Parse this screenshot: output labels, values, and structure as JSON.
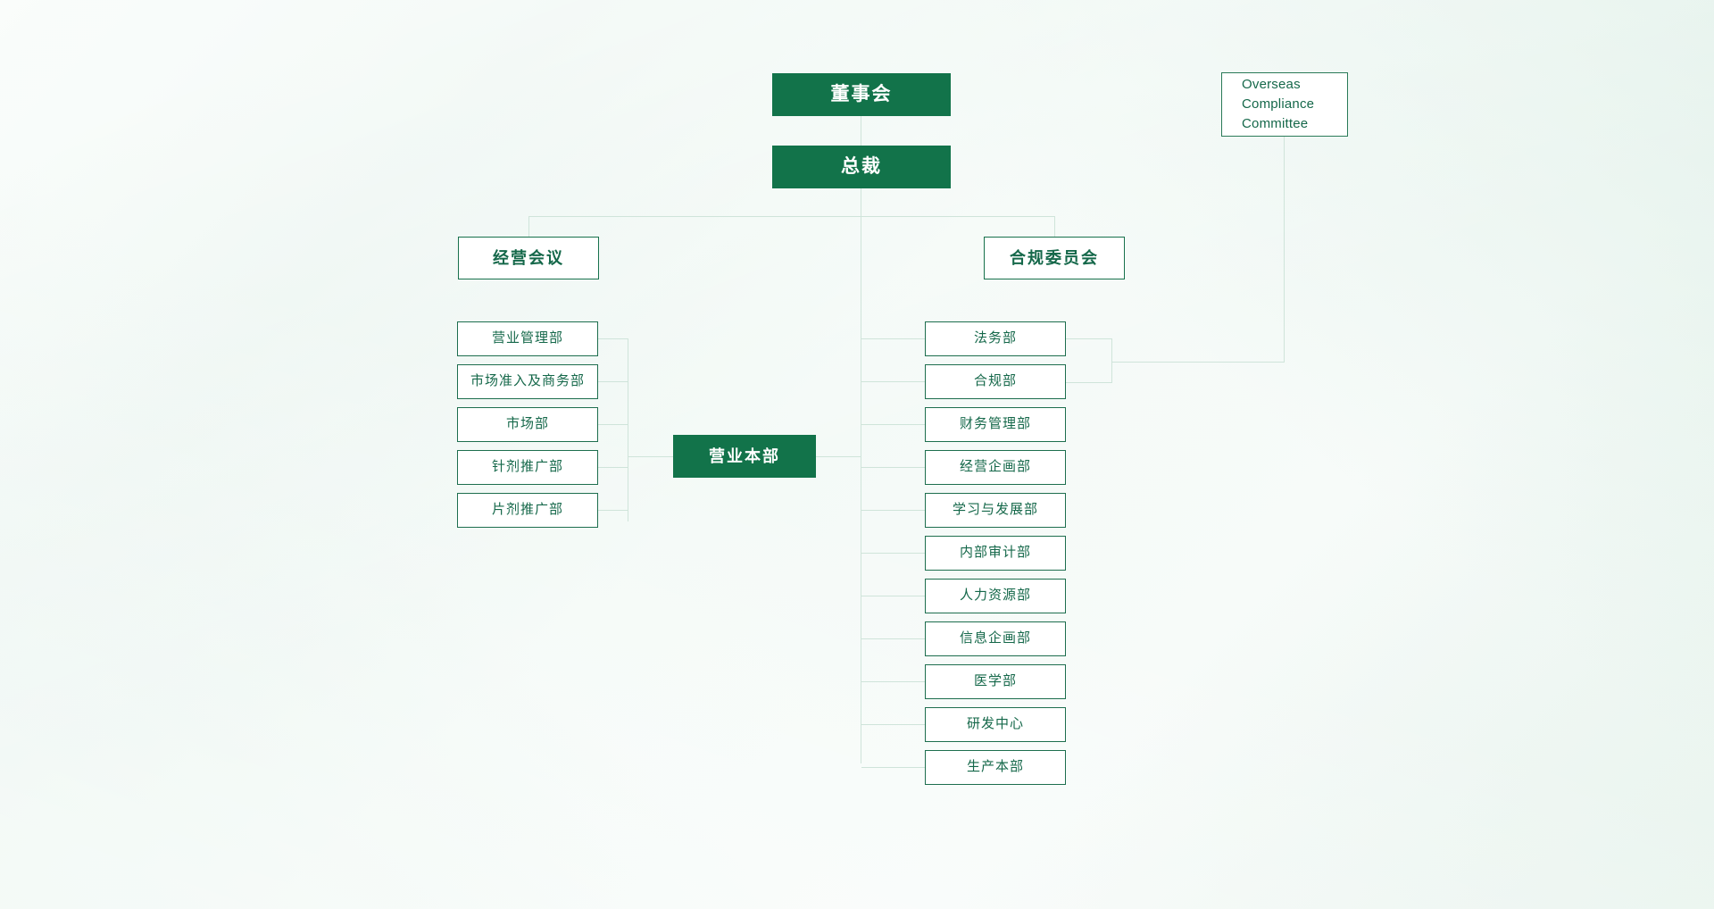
{
  "colors": {
    "brand_green": "#12734a",
    "outline_green": "#17714c",
    "text_green": "#15684a",
    "connector": "#cfe4da",
    "background": "#f7fbf9"
  },
  "top": {
    "board": "董事会",
    "president": "总裁"
  },
  "overseas_committee": {
    "lines": [
      "Overseas",
      "Compliance",
      "Committee"
    ]
  },
  "mid": {
    "management_meeting": "经营会议",
    "compliance_committee": "合规委员会"
  },
  "center": {
    "sales_hq": "营业本部"
  },
  "left_departments": [
    {
      "label": "营业管理部"
    },
    {
      "label": "市场准入及商务部"
    },
    {
      "label": "市场部"
    },
    {
      "label": "针剂推广部"
    },
    {
      "label": "片剂推广部"
    }
  ],
  "right_departments": [
    {
      "label": "法务部"
    },
    {
      "label": "合规部"
    },
    {
      "label": "财务管理部"
    },
    {
      "label": "经营企画部"
    },
    {
      "label": "学习与发展部"
    },
    {
      "label": "内部审计部"
    },
    {
      "label": "人力资源部"
    },
    {
      "label": "信息企画部"
    },
    {
      "label": "医学部"
    },
    {
      "label": "研发中心"
    },
    {
      "label": "生产本部"
    }
  ]
}
